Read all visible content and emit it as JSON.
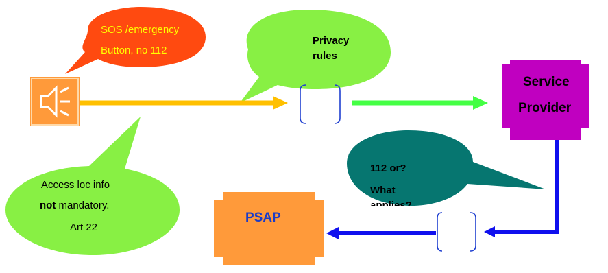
{
  "bubbles": {
    "sos_line1": "SOS /emergency",
    "sos_line2": "Button, no 112",
    "privacy_line1": "Privacy",
    "privacy_line2": "rules",
    "access_line1": "Access loc info",
    "access_line2_bold": "not",
    "access_line2_rest": " mandatory.",
    "access_line3": "Art 22",
    "question_line1": "112 or?",
    "question_line2": "What",
    "question_line3": "applies?"
  },
  "nodes": {
    "service_line1": "Service",
    "service_line2": "Provider",
    "psap": "PSAP"
  },
  "icons": {
    "device": "speaker-icon"
  },
  "colors": {
    "red_bubble": "#ff4a10",
    "green_bubble": "#88f044",
    "teal_bubble": "#067670",
    "purple_node": "#c000c0",
    "orange_node": "#ff9a3a",
    "yellow_arrow": "#ffc000",
    "green_arrow": "#44ff44",
    "blue_arrow": "#1010ee"
  }
}
